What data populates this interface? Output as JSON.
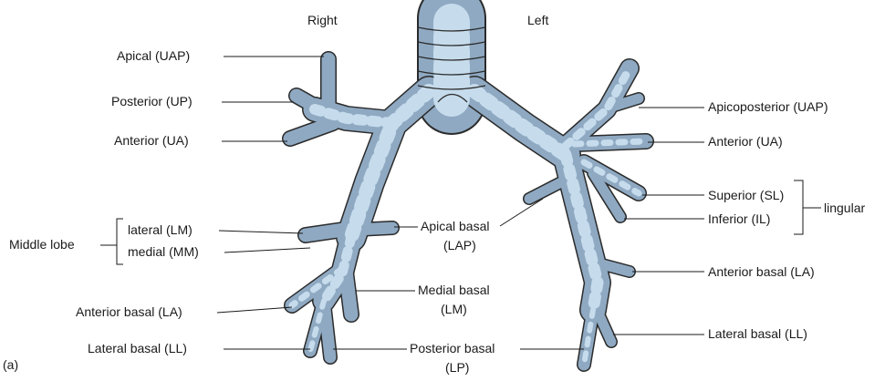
{
  "headers": {
    "right": "Right",
    "left": "Left"
  },
  "panel_label": "(a)",
  "right_labels": {
    "apical": "Apical (UAP)",
    "posterior": "Posterior (UP)",
    "anterior": "Anterior (UA)",
    "middle_lobe": "Middle lobe",
    "lateral_lm": "lateral (LM)",
    "medial_mm": "medial (MM)",
    "anterior_basal": "Anterior basal (LA)",
    "lateral_basal": "Lateral basal (LL)"
  },
  "center_labels": {
    "apical_basal_1": "Apical basal",
    "apical_basal_2": "(LAP)",
    "medial_basal_1": "Medial basal",
    "medial_basal_2": "(LM)",
    "posterior_basal_1": "Posterior basal",
    "posterior_basal_2": "(LP)"
  },
  "left_labels": {
    "apicoposterior": "Apicoposterior (UAP)",
    "anterior": "Anterior (UA)",
    "superior": "Superior (SL)",
    "inferior": "Inferior (IL)",
    "lingular": "lingular",
    "anterior_basal": "Anterior basal (LA)",
    "lateral_basal": "Lateral basal (LL)"
  },
  "colors": {
    "wall": "#8fa9c2",
    "lumen": "#c6dcec",
    "outline": "#2b2b2b"
  }
}
